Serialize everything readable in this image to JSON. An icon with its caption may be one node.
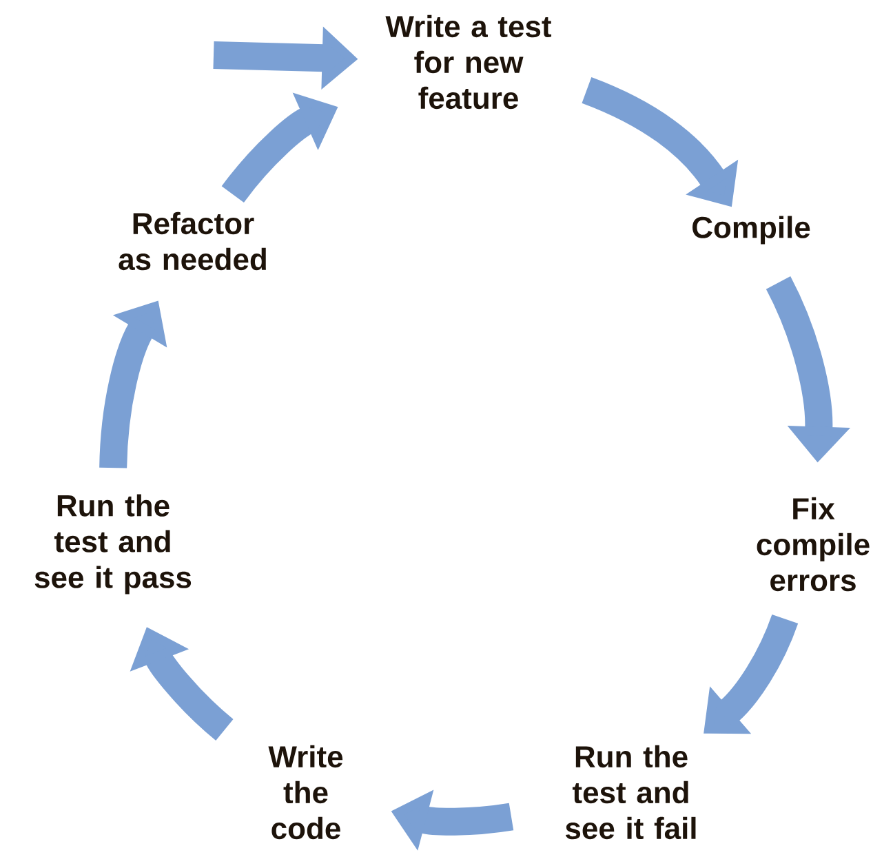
{
  "diagram": {
    "nodes": [
      {
        "text": [
          "Write a test for new feature"
        ]
      },
      {
        "text": [
          "Compile"
        ]
      },
      {
        "text": [
          "Fix compile errors"
        ]
      },
      {
        "text": [
          "Run the test and see it fail"
        ]
      },
      {
        "text": [
          "Write the code"
        ]
      },
      {
        "text": [
          "Run the test and see it pass"
        ]
      },
      {
        "text": [
          "Refactor as needed"
        ]
      }
    ],
    "edges": [
      {
        "from": null,
        "to": 0,
        "arrow": "to"
      },
      {
        "from": 0,
        "to": 1,
        "arrow": "to"
      },
      {
        "from": 1,
        "to": 2,
        "arrow": "to"
      },
      {
        "from": 2,
        "to": 3,
        "arrow": "to"
      },
      {
        "from": 3,
        "to": 4,
        "arrow": "to"
      },
      {
        "from": 4,
        "to": 5,
        "arrow": "to"
      },
      {
        "from": 5,
        "to": 6,
        "arrow": "to"
      },
      {
        "from": 6,
        "to": 0,
        "arrow": "to"
      }
    ]
  }
}
